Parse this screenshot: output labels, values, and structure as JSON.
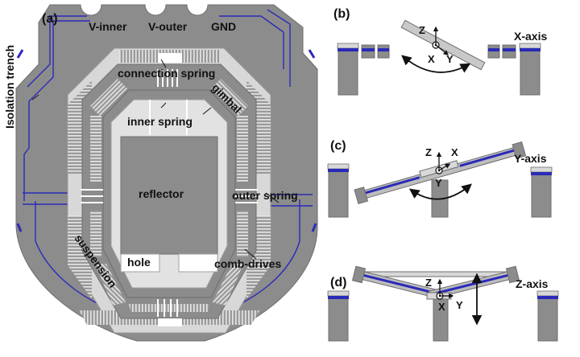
{
  "panels": {
    "a": "(a)",
    "b": "(b)",
    "c": "(c)",
    "d": "(d)"
  },
  "labels": {
    "v_inner": "V-inner",
    "v_outer": "V-outer",
    "gnd": "GND",
    "isolation_trench": "Isolation trench",
    "connection_spring": "connection spring",
    "gimbal": "gimbal",
    "inner_spring": "inner spring",
    "reflector": "reflector",
    "outer_spring": "outer spring",
    "hole": "hole",
    "comb_drives": "comb-drives",
    "suspension": "suspension"
  },
  "axes": {
    "b": "X-axis",
    "c": "Y-axis",
    "d": "Z-axis",
    "x": "X",
    "y": "Y",
    "z": "Z"
  },
  "colors": {
    "die": "#8c8c8c",
    "light": "#d8d8d8",
    "dark": "#6e6e6e",
    "electrode": "#2a2ab8",
    "text": "#111111"
  }
}
